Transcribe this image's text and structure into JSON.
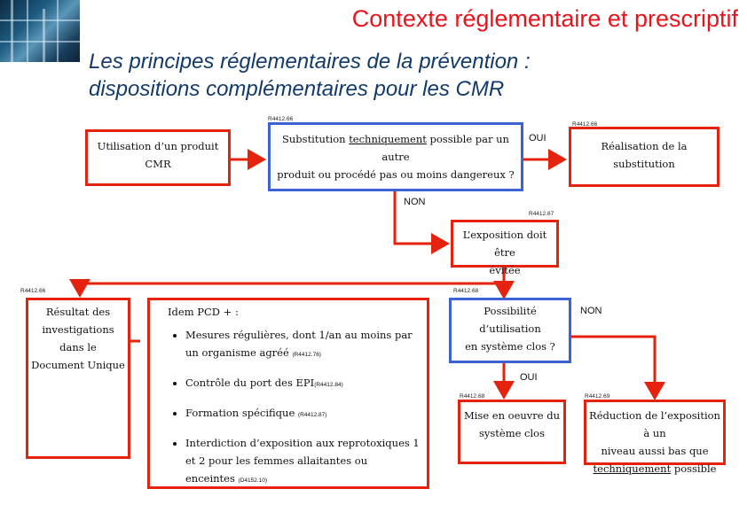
{
  "header": {
    "title": "Contexte réglementaire et prescriptif",
    "subtitle_line1": "Les principes réglementaires de la prévention :",
    "subtitle_line2": "dispositions complémentaires pour les CMR"
  },
  "refs": {
    "r1": "R4412.66",
    "r2": "R4412.66",
    "r3": "R4412.67",
    "r4": "R4412.66",
    "r5": "R4412.68",
    "r6": "R4412.68",
    "r7": "R4412.69"
  },
  "boxes": {
    "start": {
      "line1": "Utilisation d’un produit",
      "line2": "CMR"
    },
    "substitution": {
      "part1": "Substitution ",
      "underlined": "techniquement",
      "part2": " possible par un autre",
      "line2": "produit ou procédé pas ou moins dangereux ?"
    },
    "realisation": "Réalisation de la substitution",
    "exposition": {
      "line1": "L’exposition doit être",
      "line2": "évitée"
    },
    "resultat": {
      "line1": "Résultat des",
      "line2": "investigations dans le",
      "line3": "Document Unique"
    },
    "idem": {
      "title": "Idem PCD + :",
      "items": [
        {
          "text": "Mesures régulières, dont 1/an au moins par un organisme agréé",
          "ref": "(R4412.76)"
        },
        {
          "text": "Contrôle du port des EPI",
          "ref": "(R4412.84)"
        },
        {
          "text": "Formation spécifique",
          "ref": "(R4412.87)"
        },
        {
          "text": "Interdiction d’exposition aux reprotoxiques 1 et 2 pour les femmes allaitantes ou enceintes",
          "ref": "(D4152.10)"
        }
      ]
    },
    "possibilite": {
      "line1": "Possibilité d’utilisation",
      "line2": "en système clos ?"
    },
    "miseenoeuvre": {
      "line1": "Mise en oeuvre du",
      "line2": "système clos"
    },
    "reduction": {
      "line1": "Réduction de l’exposition à un",
      "line2": "niveau aussi bas que",
      "underlined": "techniquement",
      "after": " possible"
    }
  },
  "labels": {
    "oui1": "OUI",
    "non1": "NON",
    "non2": "NON",
    "oui2": "OUI"
  },
  "colors": {
    "title_red": "#e8141c",
    "subtitle_blue": "#123a6b",
    "flow_red": "#e4220e",
    "decision_blue": "#3a63d4"
  }
}
